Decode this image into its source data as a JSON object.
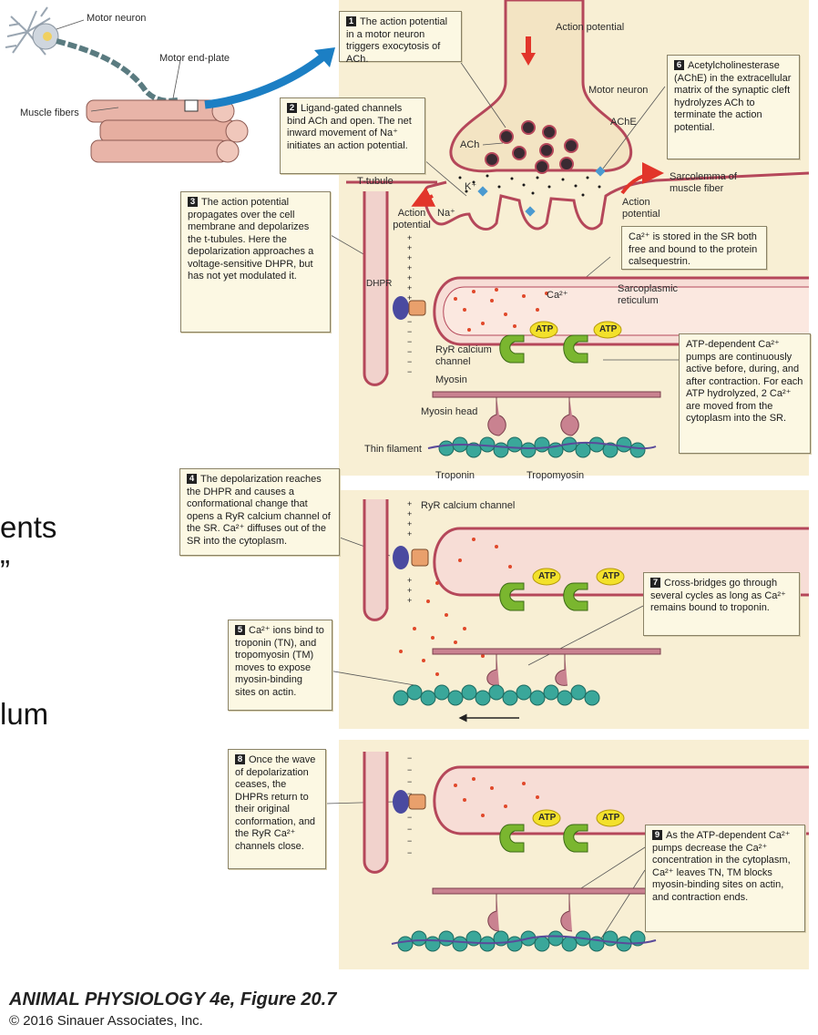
{
  "colors": {
    "panel": "#f8efd4",
    "membrane": "#b5475a",
    "calcium": "#e0482a",
    "pump": "#7ab62f",
    "atp": "#f3e12b",
    "actin": "#3aa79a",
    "myosin": "#c98290",
    "dhpr": "#4a4aa0",
    "ryr": "#e9a06c",
    "arrow": "#1c7fc4",
    "signal_arrow": "#e2352a"
  },
  "icons": [
    "neuron-icon",
    "muscle-fiber-icon",
    "atp-badge-icon",
    "calcium-pump-icon",
    "dhpr-icon",
    "ryr-channel-icon",
    "actin-filament-icon",
    "myosin-head-icon"
  ],
  "labels": {
    "motor_neuron_top": "Motor neuron",
    "motor_end_plate": "Motor end-plate",
    "muscle_fibers": "Muscle fibers",
    "action_potential_top": "Action potential",
    "motor_neuron": "Motor neuron",
    "ache": "AChE",
    "ach": "ACh",
    "sarcolemma": "Sarcolemma of muscle fiber",
    "t_tubule": "T-tubule",
    "action_potential_left": "Action potential",
    "action_potential_right": "Action potential",
    "k_plus": "K⁺",
    "na_plus": "Na⁺",
    "dhpr": "DHPR",
    "ca2": "Ca²⁺",
    "sarcoplasmic_reticulum": "Sarcoplasmic reticulum",
    "ryr_calcium_channel": "RyR calcium channel",
    "myosin": "Myosin",
    "myosin_head": "Myosin head",
    "thin_filament": "Thin filament",
    "troponin": "Troponin",
    "tropomyosin": "Tropomyosin",
    "ryr_calcium_channel_2": "RyR calcium channel",
    "atp": "ATP"
  },
  "callouts": {
    "c1": {
      "num": "1",
      "text": "The action potential in a motor neuron triggers exocytosis of ACh."
    },
    "c2": {
      "num": "2",
      "text": "Ligand-gated channels bind ACh and open. The net inward movement of Na⁺ initiates an action potential."
    },
    "c3": {
      "num": "3",
      "text": "The action potential propagates over the cell membrane and depolarizes the t-tubules. Here the depolarization approaches a voltage-sensitive DHPR, but has not yet modulated it."
    },
    "c_sr": {
      "num": "",
      "text": "Ca²⁺ is stored in the SR both free and bound to the protein calsequestrin."
    },
    "c6": {
      "num": "6",
      "text": "Acetylcholinesterase (AChE) in the extracellular matrix of the synaptic cleft hydrolyzes ACh to terminate the action potential."
    },
    "c_pump": {
      "num": "",
      "text": "ATP-dependent Ca²⁺ pumps are continuously active before, during, and after contraction. For each ATP hydrolyzed, 2 Ca²⁺ are moved from the cytoplasm into the SR."
    },
    "c4": {
      "num": "4",
      "text": "The depolarization reaches the DHPR and causes a conformational change that opens a RyR calcium channel of the SR. Ca²⁺ diffuses out of the SR into the cytoplasm."
    },
    "c7": {
      "num": "7",
      "text": "Cross-bridges go through several cycles as long as Ca²⁺ remains bound to troponin."
    },
    "c5": {
      "num": "5",
      "text": "Ca²⁺ ions bind to troponin (TN), and tropomyosin (TM) moves to expose myosin-binding sites on actin."
    },
    "c8": {
      "num": "8",
      "text": "Once the wave of depolarization ceases, the DHPRs return to their original conformation, and the RyR Ca²⁺ channels close."
    },
    "c9": {
      "num": "9",
      "text": "As the ATP-dependent Ca²⁺ pumps decrease the Ca²⁺ concentration in the cytoplasm, Ca²⁺ leaves TN, TM blocks myosin-binding sites on actin, and contraction ends."
    }
  },
  "slide_text": {
    "line1": "ents",
    "line2": "”",
    "line3": "lum"
  },
  "footer": {
    "title": "ANIMAL PHYSIOLOGY 4e,  Figure 20.7",
    "copyright": "© 2016 Sinauer Associates, Inc."
  }
}
